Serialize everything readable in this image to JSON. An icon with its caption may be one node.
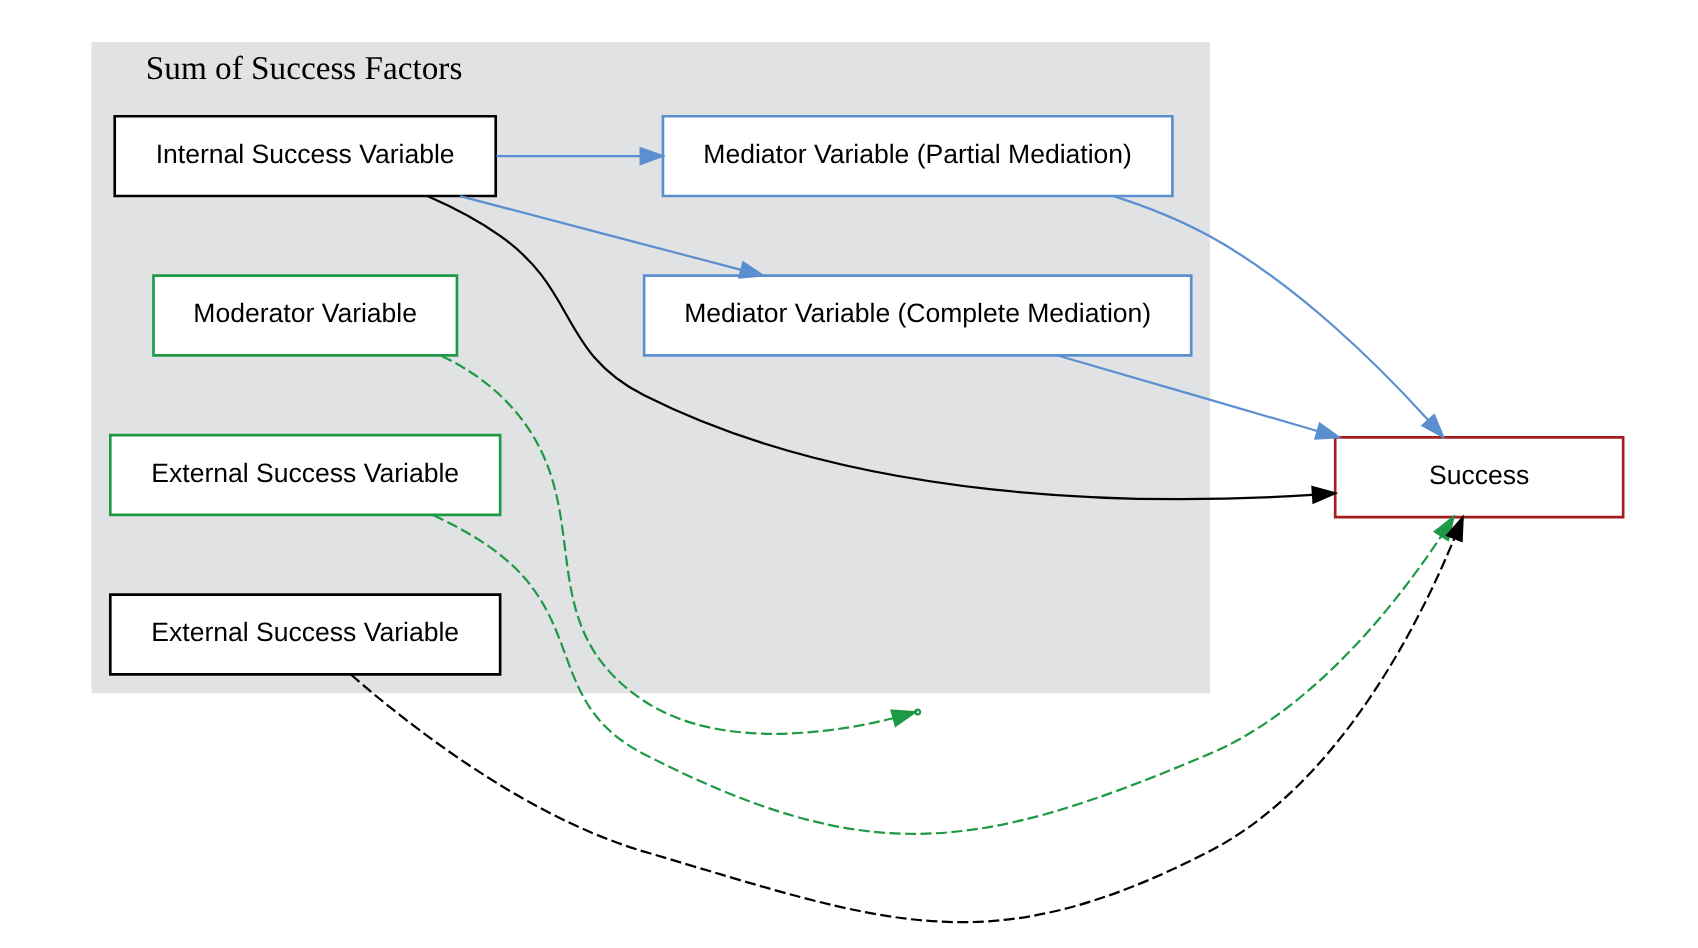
{
  "diagram": {
    "nodes": [
      {
        "text": [
          "Sum of Success Factors"
        ]
      },
      {
        "text": [
          "Moderator Variable"
        ],
        "in": 0
      },
      {
        "text": [
          "External Success Variable"
        ],
        "in": 0
      },
      {
        "text": [
          "Internal Success Variable"
        ],
        "in": 0
      },
      {
        "text": [
          "Mediator Variable (Complete Mediation)"
        ],
        "in": 0
      },
      {
        "text": [
          "Mediator Variable (Partial Mediation)"
        ],
        "in": 0
      },
      {
        "text": [
          "External Success Variable"
        ],
        "in": 0
      },
      {
        "text": [
          "Success"
        ]
      }
    ],
    "edges": [
      {
        "from": 3,
        "to": 7,
        "arrow": "to",
        "color": "#000000"
      },
      {
        "from": 1,
        "to": null,
        "arrow": "to",
        "style": "dashed",
        "color": "#1e9a46"
      },
      {
        "from": 2,
        "to": 7,
        "arrow": "to",
        "style": "dashed",
        "color": "#1e9a46"
      },
      {
        "from": 3,
        "to": 4,
        "arrow": "to"
      },
      {
        "from": 3,
        "to": 5,
        "arrow": "to"
      },
      {
        "from": 4,
        "to": 7,
        "arrow": "to"
      },
      {
        "from": 5,
        "to": 7,
        "arrow": "to"
      },
      {
        "from": 6,
        "to": 7,
        "arrow": "to",
        "style": "dashed",
        "color": "#000000"
      }
    ]
  }
}
